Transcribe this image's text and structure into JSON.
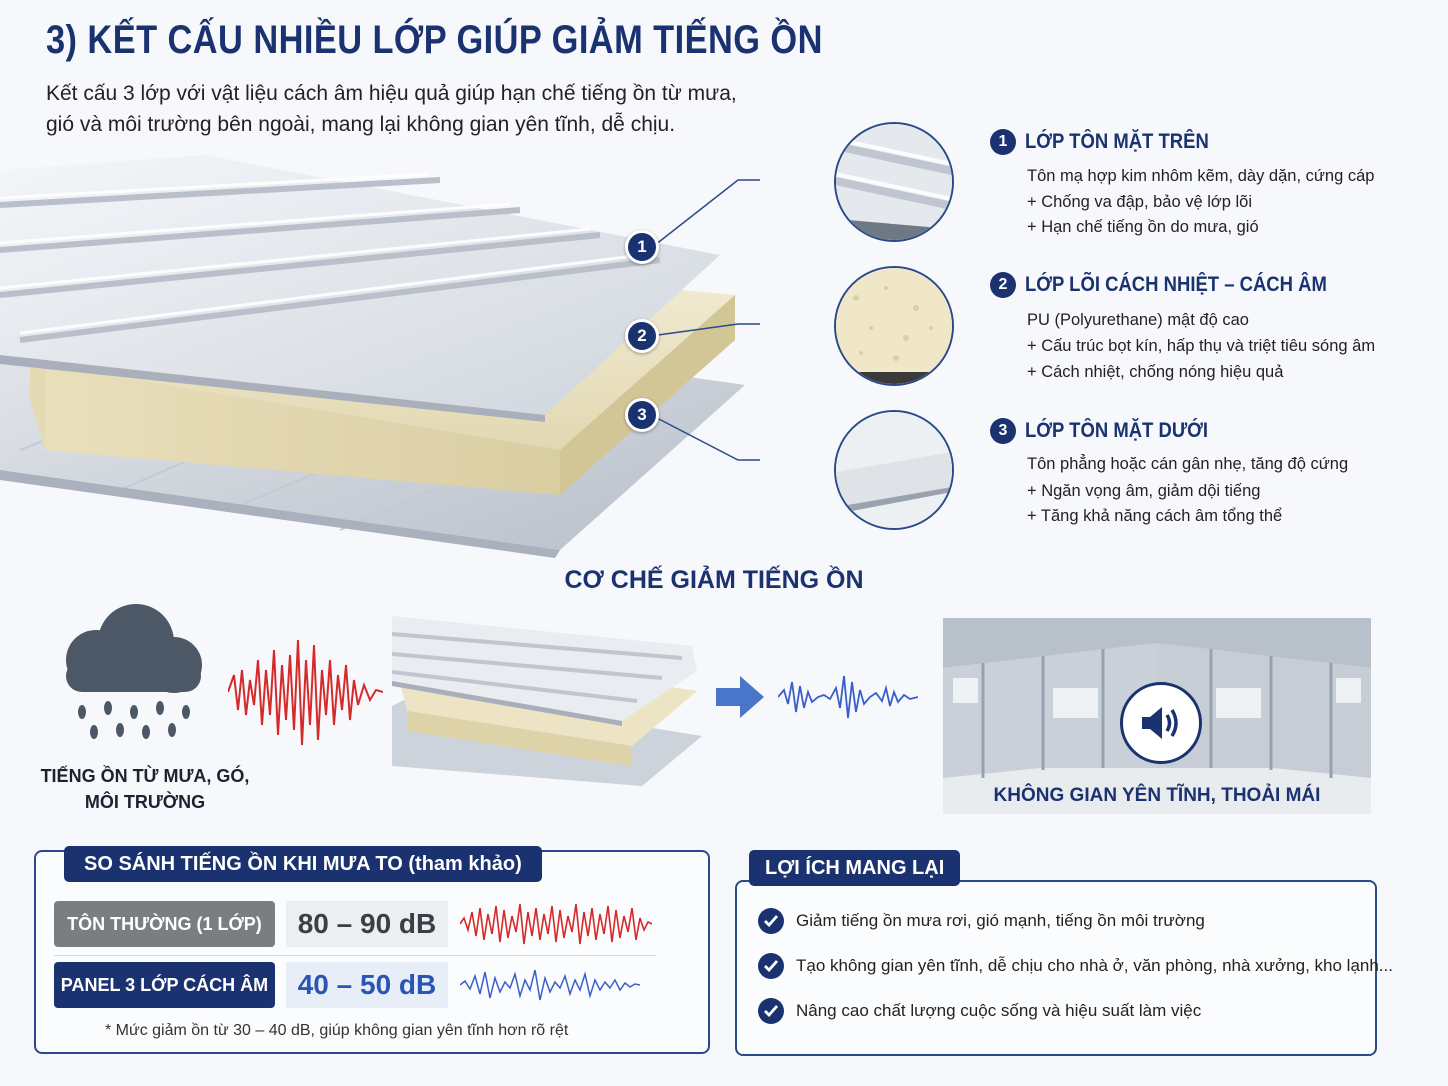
{
  "header": {
    "title": "3) KẾT CẤU NHIỀU LỚP GIÚP GIẢM TIẾNG ỒN",
    "intro_line1": "Kết cấu 3 lớp với vật liệu cách âm hiệu quả giúp hạn chế tiếng ồn từ mưa,",
    "intro_line2": "gió và môi trường bên ngoài, mang lại không gian yên tĩnh, dễ chịu."
  },
  "layers": [
    {
      "number": "1",
      "title": "LỚP TÔN MẶT TRÊN",
      "lines": [
        "Tôn mạ hợp kim nhôm kẽm, dày dặn, cứng cáp",
        "+ Chống va đập, bảo vệ lớp lõi",
        "+ Hạn chế tiếng ồn do mưa, gió"
      ]
    },
    {
      "number": "2",
      "title": "LỚP LÕI CÁCH NHIỆT – CÁCH ÂM",
      "lines": [
        "PU (Polyurethane) mật độ cao",
        "+ Cấu trúc bọt kín, hấp thụ và triệt tiêu sóng âm",
        "+ Cách nhiệt, chống nóng hiệu quả"
      ]
    },
    {
      "number": "3",
      "title": "LỚP TÔN MẶT DƯỚI",
      "lines": [
        "Tôn phẳng hoặc cán gân nhẹ, tăng độ cứng",
        "+ Ngăn vọng âm, giảm dội tiếng",
        "+ Tăng khả năng cách âm tổng thể"
      ]
    }
  ],
  "mechanism": {
    "title": "CƠ CHẾ GIẢM TIẾNG ỒN",
    "noise_label_line1": "TIẾNG ỒN TỪ MƯA, GÓ,",
    "noise_label_line2": "MÔI TRƯỜNG",
    "result_label": "KHÔNG GIAN YÊN TĨNH, THOẢI MÁI"
  },
  "comparison": {
    "title": "SO SÁNH TIẾNG ỒN KHI MƯA TO (tham khảo)",
    "rows": [
      {
        "label": "TÔN THƯỜNG (1 LỚP)",
        "value": "80 – 90 dB"
      },
      {
        "label": "PANEL 3 LỚP CÁCH ÂM",
        "value": "40 – 50 dB"
      }
    ],
    "note": "* Mức giảm ồn từ 30 – 40 dB, giúp không gian yên tĩnh hơn rõ rệt"
  },
  "benefits": {
    "title": "LỢI ÍCH MANG LẠI",
    "items": [
      "Giảm tiếng ồn mưa rơi, gió mạnh, tiếng ồn môi trường",
      "Tạo không gian yên tĩnh, dễ chịu cho nhà ở, văn phòng, nhà xưởng, kho lạnh...",
      "Nâng cao chất lượng cuộc sống và hiệu suất làm việc"
    ]
  },
  "colors": {
    "navy": "#1a3370",
    "noise_red": "#d42a2a",
    "quiet_blue": "#3b5fc8",
    "foam": "#efe7c8",
    "steel": "#dfe3e8"
  }
}
